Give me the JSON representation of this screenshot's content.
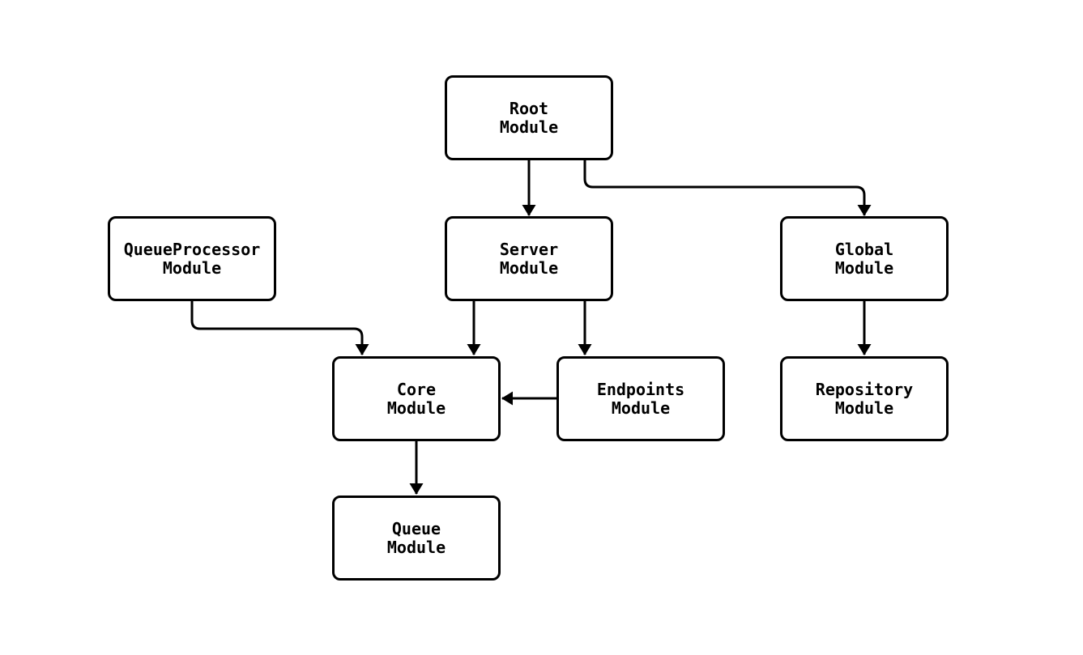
{
  "diagram": {
    "background_color": "#ffffff",
    "node_fill_color": "#ffffff",
    "node_border_color": "#000000",
    "text_color": "#000000",
    "arrow_color": "#000000",
    "nodes": {
      "root": {
        "label": "Root\nModule"
      },
      "queueprocessor": {
        "label": "QueueProcessor\nModule"
      },
      "server": {
        "label": "Server\nModule"
      },
      "global": {
        "label": "Global\nModule"
      },
      "core": {
        "label": "Core\nModule"
      },
      "endpoints": {
        "label": "Endpoints\nModule"
      },
      "repository": {
        "label": "Repository\nModule"
      },
      "queue": {
        "label": "Queue\nModule"
      }
    },
    "edges": [
      {
        "from": "root",
        "to": "server"
      },
      {
        "from": "root",
        "to": "global"
      },
      {
        "from": "queueprocessor",
        "to": "core"
      },
      {
        "from": "server",
        "to": "core"
      },
      {
        "from": "server",
        "to": "endpoints"
      },
      {
        "from": "endpoints",
        "to": "core"
      },
      {
        "from": "global",
        "to": "repository"
      },
      {
        "from": "core",
        "to": "queue"
      }
    ]
  }
}
